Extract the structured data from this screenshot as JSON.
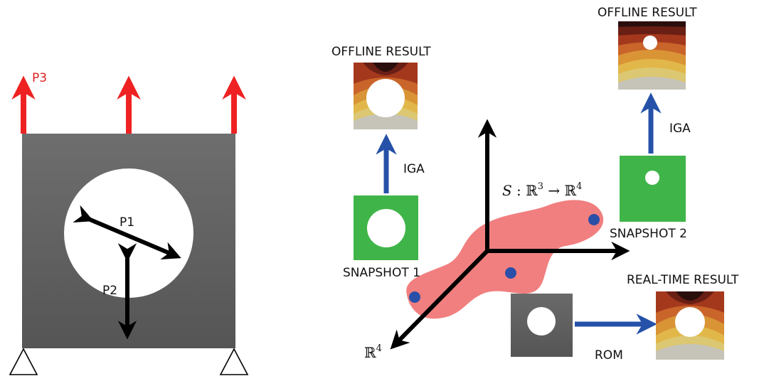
{
  "left_panel": {
    "load_label": "P3",
    "param_labels": [
      "P1",
      "P2"
    ]
  },
  "right_panel": {
    "offline_result_1": "OFFLINE RESULT",
    "offline_result_2": "OFFLINE RESULT",
    "iga_1": "IGA",
    "iga_2": "IGA",
    "snapshot_1": "SNAPSHOT 1",
    "snapshot_2": "SNAPSHOT 2",
    "realtime_result": "REAL-TIME RESULT",
    "rom": "ROM",
    "mapping": {
      "lhs": "S",
      "colon": " : ",
      "domain": "ℝ",
      "domain_exp": "3",
      "arrow": " → ",
      "codomain": "ℝ",
      "codomain_exp": "4"
    },
    "axis_label": {
      "base": "ℝ",
      "exp": "4"
    }
  },
  "colors": {
    "load_arrow": "#ee2222",
    "process_arrow": "#2552a8",
    "snapshot_green": "#3fb549",
    "manifold": "#f07878",
    "sample_point": "#2a4fa8",
    "plate_gray": "#5f5f5f",
    "stress_palette": [
      "#2a0e0c",
      "#6a1f14",
      "#a4381d",
      "#c9652a",
      "#d99436",
      "#e2b74a",
      "#dcc872",
      "#cbc5a6",
      "#c2c0b8"
    ]
  }
}
